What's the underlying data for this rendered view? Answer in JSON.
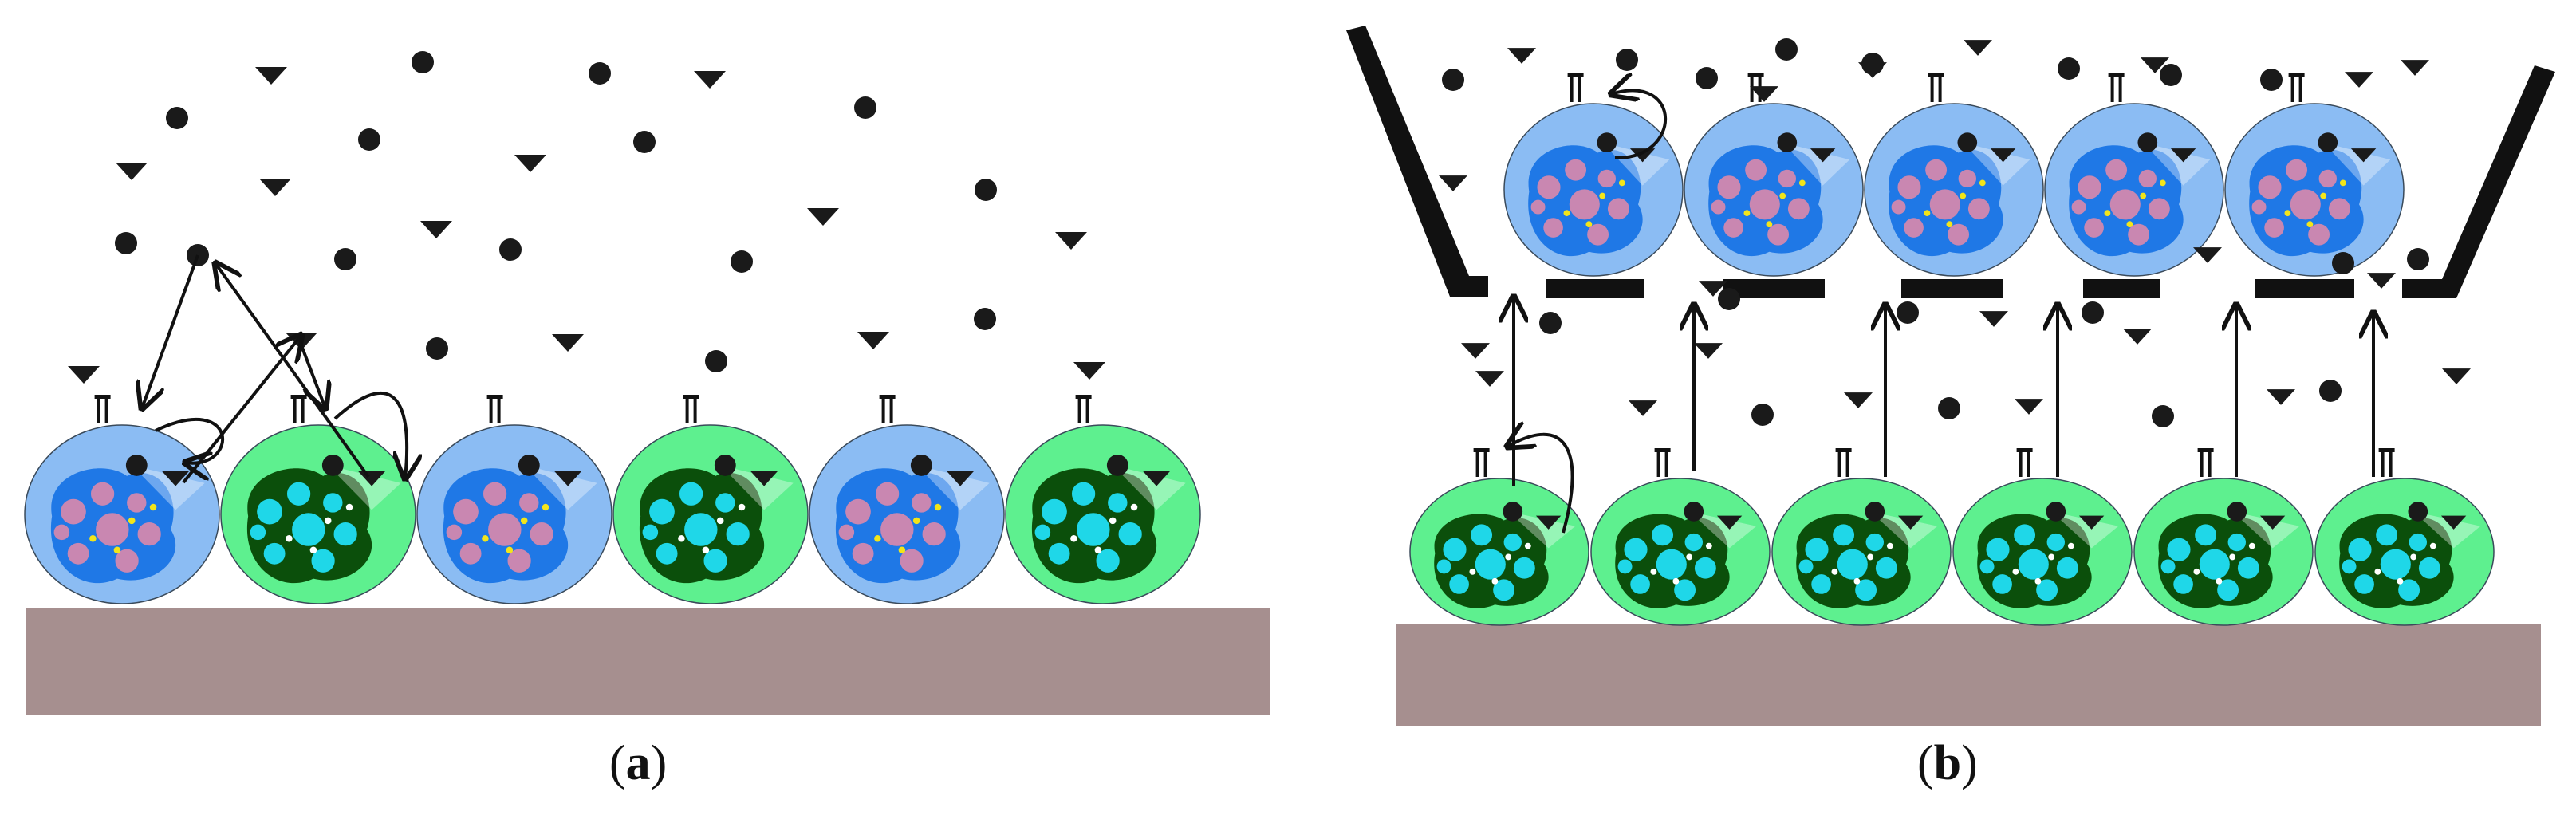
{
  "panels": [
    {
      "id": "a",
      "label": "a",
      "cell_types": [
        "blue",
        "green",
        "blue",
        "green",
        "blue",
        "green"
      ]
    },
    {
      "id": "b",
      "label": "b",
      "insert_cell_types": [
        "blue",
        "blue",
        "blue",
        "blue",
        "blue"
      ],
      "bottom_cell_types": [
        "green",
        "green",
        "green",
        "green",
        "green",
        "green"
      ]
    }
  ],
  "colors": {
    "substrate": "#a68f8f",
    "blue_cell_fill": "#8bbcf3",
    "blue_nucleus": "#1f78e6",
    "blue_granule": "#c987b1",
    "yellow_dot": "#f2e51a",
    "green_cell_fill": "#5ef08f",
    "green_nucleus": "#0b4f0b",
    "cyan_granule": "#1fd7e8",
    "particles": "#1a1a1a",
    "arrows": "#111111"
  },
  "legend_shapes": [
    "round-particle",
    "triangle-particle",
    "receptor"
  ]
}
